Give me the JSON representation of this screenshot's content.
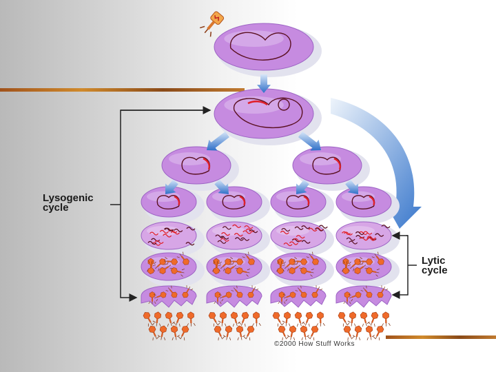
{
  "diagram": {
    "labels": {
      "lysogenic_line1": "Lysogenic",
      "lysogenic_line2": "cycle",
      "lytic_line1": "Lytic",
      "lytic_line2": "cycle"
    },
    "credit": "©2000 How Stuff Works"
  },
  "colors": {
    "cell_fill": "#c68be0",
    "cell_shadow": "#e2e2ee",
    "viral_dna": "#e0202a",
    "host_dna": "#5a1020",
    "phage": "#ef6a2a",
    "flow_arrow": "#3f7fd0",
    "decor_bar": "#b5651d"
  }
}
